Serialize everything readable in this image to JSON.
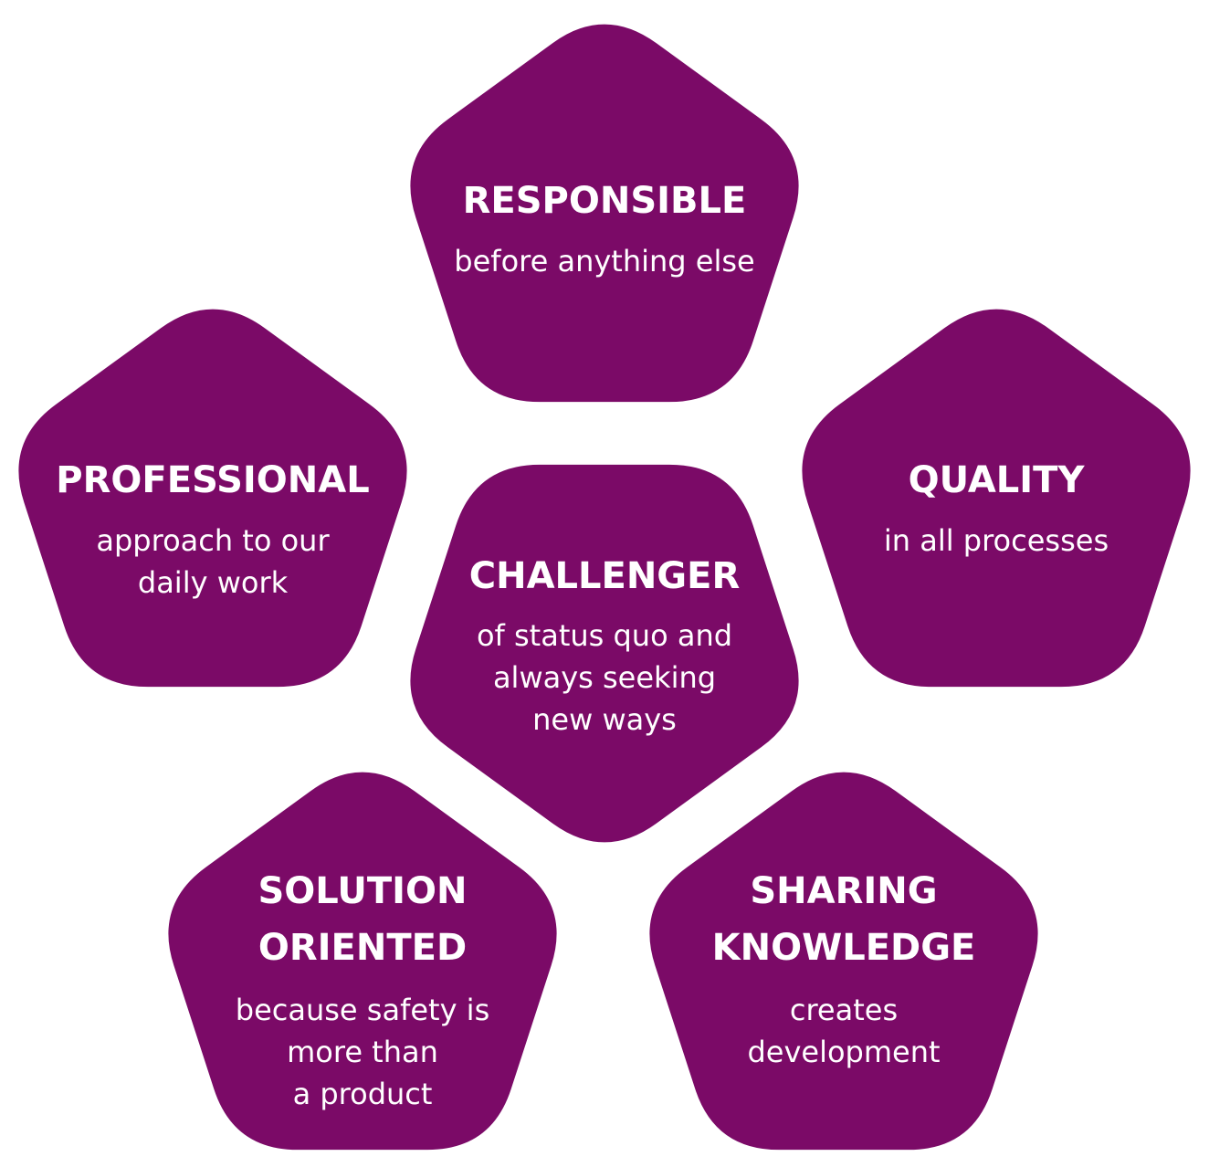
{
  "diagram": {
    "fill_color": "#7b0a67",
    "text_color": "#ffffff",
    "nodes": [
      {
        "id": "responsible",
        "title": [
          "RESPONSIBLE"
        ],
        "subtitle": [
          "before anything else"
        ]
      },
      {
        "id": "professional",
        "title": [
          "PROFESSIONAL"
        ],
        "subtitle": [
          "approach to our",
          "daily work"
        ]
      },
      {
        "id": "quality",
        "title": [
          "QUALITY"
        ],
        "subtitle": [
          "in all processes"
        ]
      },
      {
        "id": "challenger",
        "title": [
          "CHALLENGER"
        ],
        "subtitle": [
          "of status quo and",
          "always seeking",
          "new ways"
        ]
      },
      {
        "id": "solution-oriented",
        "title": [
          "SOLUTION",
          "ORIENTED"
        ],
        "subtitle": [
          "because safety is",
          "more than",
          "a product"
        ]
      },
      {
        "id": "sharing-knowledge",
        "title": [
          "SHARING",
          "KNOWLEDGE"
        ],
        "subtitle": [
          "creates",
          "development"
        ]
      }
    ]
  }
}
